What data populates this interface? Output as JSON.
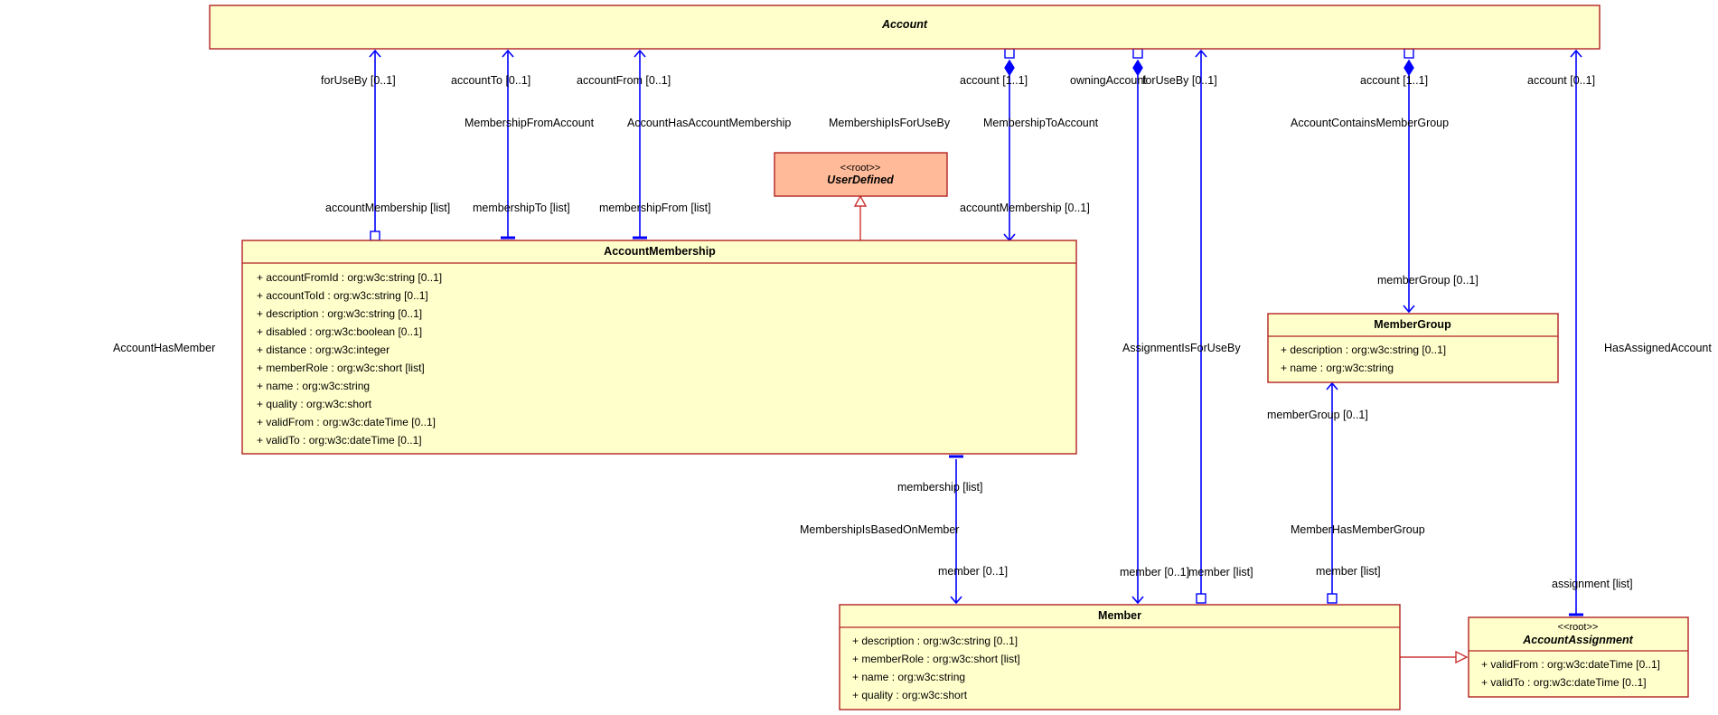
{
  "classes": {
    "account": {
      "name": "Account"
    },
    "user_defined": {
      "stereotype": "<<root>>",
      "name": "UserDefined"
    },
    "account_membership": {
      "name": "AccountMembership",
      "attributes": [
        "+ accountFromId : org:w3c:string [0..1]",
        "+ accountToId : org:w3c:string [0..1]",
        "+ description : org:w3c:string [0..1]",
        "+ disabled : org:w3c:boolean [0..1]",
        "+ distance : org:w3c:integer",
        "+ memberRole : org:w3c:short [list]",
        "+ name : org:w3c:string",
        "+ quality : org:w3c:short",
        "+ validFrom : org:w3c:dateTime [0..1]",
        "+ validTo : org:w3c:dateTime [0..1]"
      ]
    },
    "member_group": {
      "name": "MemberGroup",
      "attributes": [
        "+ description : org:w3c:string [0..1]",
        "+ name : org:w3c:string"
      ]
    },
    "member": {
      "name": "Member",
      "attributes": [
        "+ description : org:w3c:string [0..1]",
        "+ memberRole : org:w3c:short [list]",
        "+ name : org:w3c:string",
        "+ quality : org:w3c:short"
      ]
    },
    "account_assignment": {
      "stereotype": "<<root>>",
      "name": "AccountAssignment",
      "attributes": [
        "+ validFrom : org:w3c:dateTime [0..1]",
        "+ validTo : org:w3c:dateTime [0..1]"
      ]
    }
  },
  "labels": {
    "for_use_by_1": "forUseBy [0..1]",
    "account_to": "accountTo [0..1]",
    "account_from": "accountFrom [0..1]",
    "account_ma": "account [1..1]",
    "owning_account": "owningAccount",
    "for_use_by_2": "forUseBy [0..1]",
    "account_mg": "account [1..1]",
    "account_aa": "account [0..1]",
    "membership_from_account": "MembershipFromAccount",
    "account_has_account_membership": "AccountHasAccountMembership",
    "membership_is_for_use_by": "MembershipIsForUseBy",
    "membership_to_account": "MembershipToAccount",
    "account_contains_member_group": "AccountContainsMemberGroup",
    "account_membership_list": "accountMembership [list]",
    "membership_to_list": "membershipTo [list]",
    "membership_from_list": "membershipFrom [list]",
    "account_membership_01": "accountMembership [0..1]",
    "member_group_01_top": "memberGroup [0..1]",
    "account_has_member": "AccountHasMember",
    "assignment_is_for_use_by": "AssignmentIsForUseBy",
    "has_assigned_account": "HasAssignedAccount",
    "member_group_01_bottom": "memberGroup [0..1]",
    "membership_list": "membership [list]",
    "membership_is_based_on_member": "MembershipIsBasedOnMember",
    "member_has_member_group": "MemberHasMemberGroup",
    "member_01_left": "member [0..1]",
    "member_01_mid": "member [0..1]",
    "member_list_1": "member [list]",
    "member_list_2": "member [list]",
    "assignment_list": "assignment [list]"
  },
  "colors": {
    "class_fill": "#ffffcc",
    "class_border": "#b22222",
    "root_fill": "#ffbb99",
    "association": "#0000ff",
    "generalization": "#cc3333"
  }
}
